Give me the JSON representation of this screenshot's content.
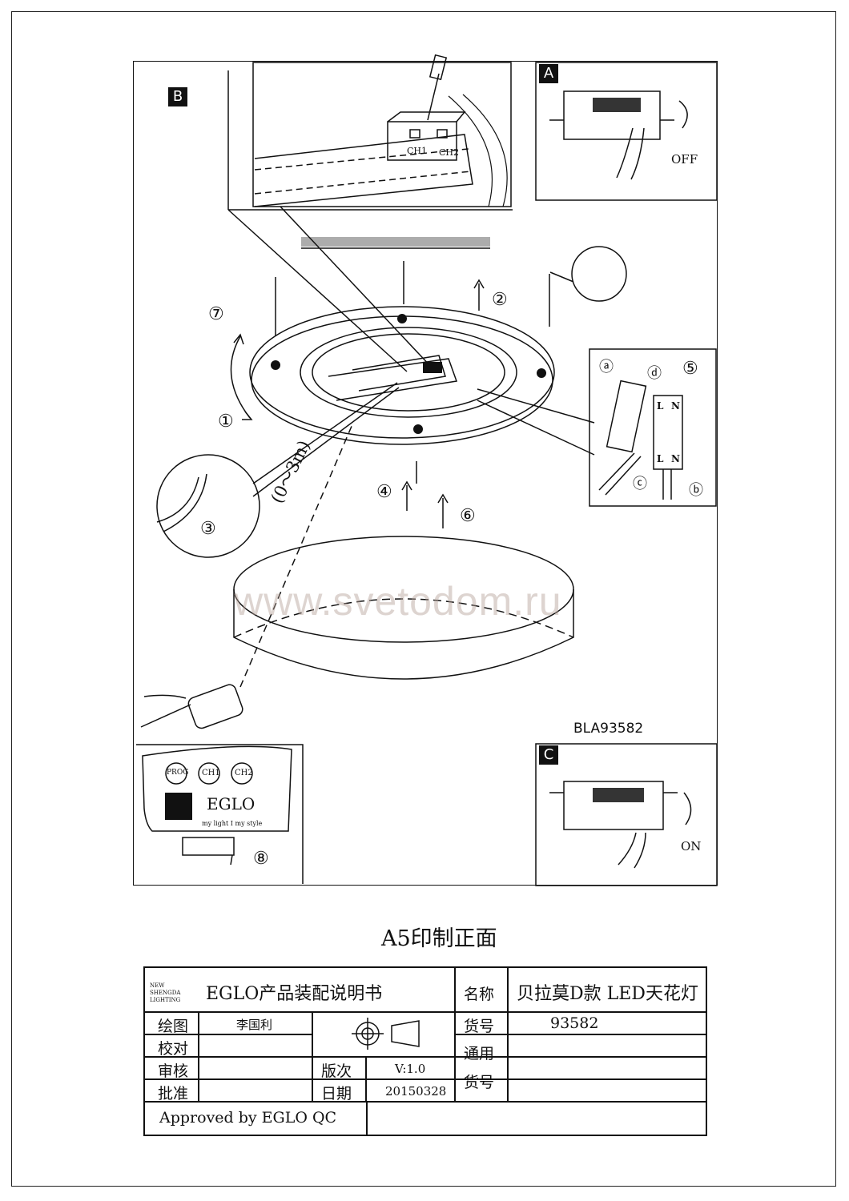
{
  "diagram": {
    "panel_letters": {
      "a": "A",
      "b": "B",
      "c": "C"
    },
    "steps": [
      "①",
      "②",
      "③",
      "④",
      "⑤",
      "⑥",
      "⑦",
      "⑧"
    ],
    "channel_labels": {
      "ch1": "CH1",
      "ch2": "CH2"
    },
    "switch_off_label": "OFF",
    "switch_on_label": "ON",
    "wiring_letters": {
      "a": "ⓐ",
      "b": "ⓑ",
      "c": "ⓒ",
      "d": "ⓓ"
    },
    "terminal_labels": {
      "l": "L",
      "n": "N"
    },
    "distance_label": "(0～3m)",
    "remote_buttons": [
      "PROG",
      "CH1",
      "CH2"
    ],
    "remote_brand": "EGLO",
    "remote_slogan": "my light I my style",
    "watermark": "www.svetodom.ru",
    "model_code": "BLA93582"
  },
  "print_title": "A5印制正面",
  "title_block": {
    "company_logo_text": "NEW SHENGDA LIGHTING",
    "document_title": "EGLO产品装配说明书",
    "name_label": "名称",
    "name_value": "贝拉莫D款 LED天花灯",
    "drawn_label": "绘图",
    "drawn_value": "李国利",
    "checked_label": "校对",
    "reviewed_label": "审核",
    "approved_label": "批准",
    "item_no_label": "货号",
    "item_no_value": "93582",
    "general_item_label_1": "通用",
    "general_item_label_2": "货号",
    "version_label": "版次",
    "version_value": "V:1.0",
    "date_label": "日期",
    "date_value": "20150328",
    "approval_note": "Approved by EGLO QC"
  }
}
